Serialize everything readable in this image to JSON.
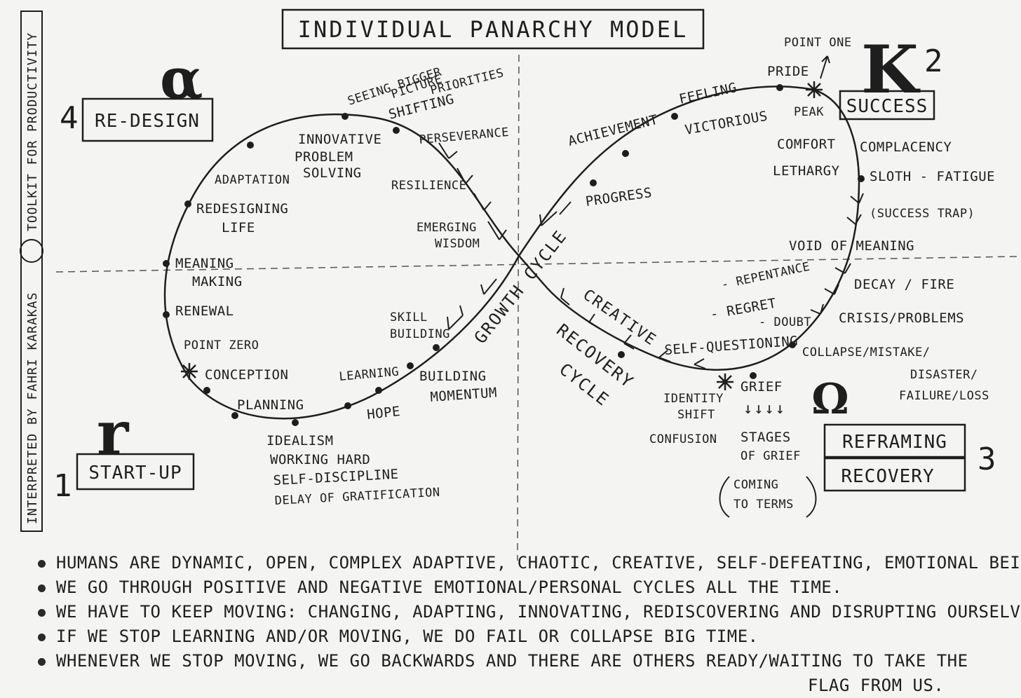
{
  "title": "INDIVIDUAL PANARCHY MODEL",
  "credit": "INTERPRETED BY FAHRI KARAKAS",
  "credit_suffix": "TOOLKIT FOR PRODUCTIVITY",
  "phases": {
    "alpha": {
      "number": "4",
      "symbol": "α",
      "label": "RE-DESIGN"
    },
    "r": {
      "number": "1",
      "symbol": "r",
      "label": "START-UP"
    },
    "k": {
      "number": "2",
      "symbol": "K",
      "label": "SUCCESS"
    },
    "omega": {
      "number": "3",
      "symbol": "Ω",
      "label1": "REFRAMING",
      "label2": "RECOVERY"
    }
  },
  "cycles": {
    "growth": "GROWTH CYCLE",
    "recovery1": "CREATIVE",
    "recovery2": "RECOVERY",
    "recovery3": "CYCLE"
  },
  "left_loop": {
    "seeing1": "SEEING BIGGER",
    "seeing2": "PICTURE",
    "shifting1": "SHIFTING",
    "shifting2": "PRIORITIES",
    "perseverance": "PERSEVERANCE",
    "innovative1": "INNOVATIVE",
    "innovative2": "PROBLEM",
    "innovative3": "SOLVING",
    "adaptation": "ADAPTATION",
    "resilience": "RESILIENCE",
    "redesigning1": "REDESIGNING",
    "redesigning2": "LIFE",
    "emerging1": "EMERGING",
    "emerging2": "WISDOM",
    "meaning1": "MEANING",
    "meaning2": "MAKING",
    "renewal": "RENEWAL",
    "skill1": "SKILL",
    "skill2": "BUILDING",
    "point_zero": "POINT ZERO",
    "conception": "CONCEPTION",
    "learning": "LEARNING",
    "building1": "BUILDING",
    "building2": "MOMENTUM",
    "planning": "PLANNING",
    "hope": "HOPE",
    "idealism": "IDEALISM",
    "working": "WORKING HARD",
    "discipline": "SELF-DISCIPLINE",
    "delay": "DELAY OF GRATIFICATION"
  },
  "right_loop": {
    "point_one": "POINT ONE",
    "pride": "PRIDE",
    "feeling": "FEELING",
    "victorious": "VICTORIOUS",
    "achievement": "ACHIEVEMENT",
    "peak": "PEAK",
    "comfort": "COMFORT",
    "complacency": "COMPLACENCY",
    "lethargy": "LETHARGY",
    "sloth": "SLOTH - FATIGUE",
    "success_trap": "(SUCCESS TRAP)",
    "progress": "PROGRESS",
    "void": "VOID OF MEANING",
    "repentance": "- REPENTANCE",
    "regret": "- REGRET",
    "doubt": "- DOUBT",
    "decay": "DECAY / FIRE",
    "crisis": "CRISIS/PROBLEMS",
    "self_questioning": "SELF-QUESTIONING",
    "collapse1": "COLLAPSE/MISTAKE/",
    "collapse2": "DISASTER/",
    "collapse3": "FAILURE/LOSS",
    "identity1": "IDENTITY",
    "identity2": "SHIFT",
    "grief": "GRIEF",
    "grief_arrows": "↓↓↓↓",
    "confusion": "CONFUSION",
    "stages1": "STAGES",
    "stages2": "OF GRIEF",
    "coming1": "COMING",
    "coming2": "TO TERMS"
  },
  "notes": [
    "HUMANS ARE DYNAMIC, OPEN, COMPLEX ADAPTIVE, CHAOTIC, CREATIVE, SELF-DEFEATING, EMOTIONAL BEINGS.",
    "WE GO THROUGH POSITIVE AND NEGATIVE EMOTIONAL/PERSONAL CYCLES ALL THE TIME.",
    "WE HAVE TO KEEP MOVING: CHANGING, ADAPTING, INNOVATING, REDISCOVERING AND DISRUPTING OURSELVES.",
    "IF WE STOP LEARNING AND/OR MOVING, WE DO FAIL OR COLLAPSE BIG TIME.",
    "WHENEVER WE STOP MOVING, WE GO BACKWARDS AND THERE ARE OTHERS READY/WAITING TO TAKE THE"
  ],
  "notes_tail": "FLAG FROM US."
}
